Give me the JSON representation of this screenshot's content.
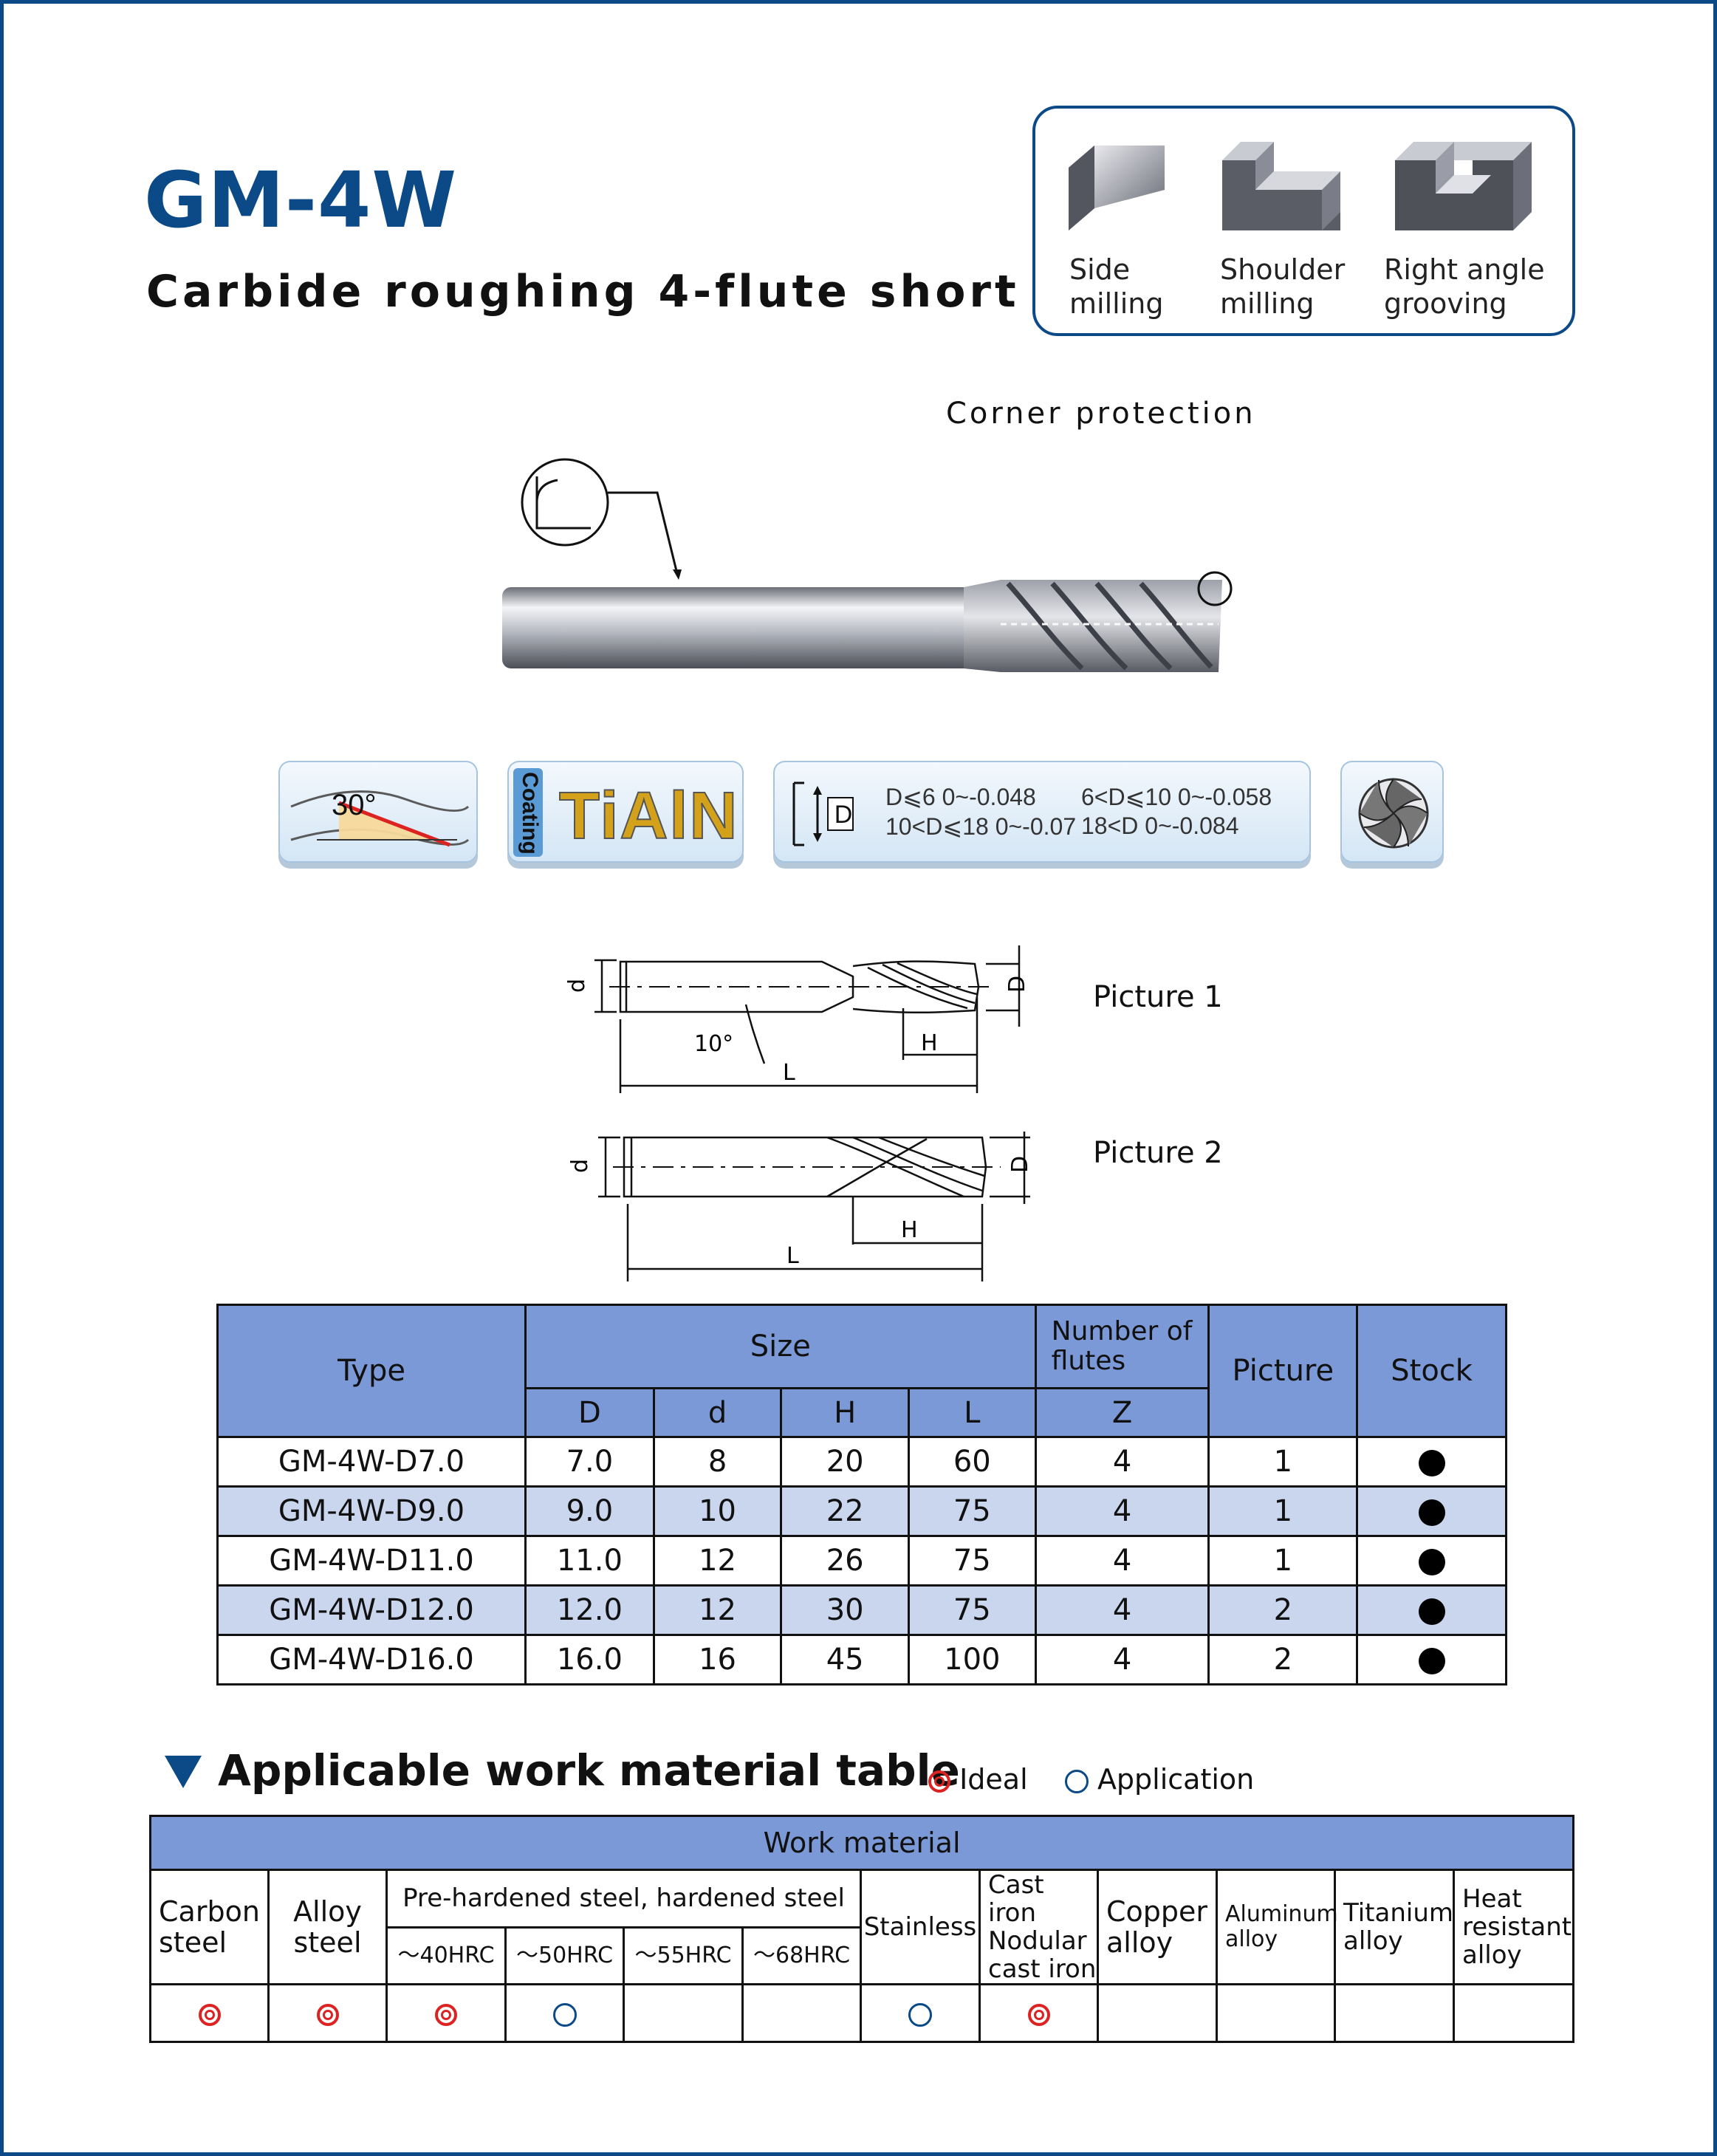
{
  "header": {
    "title": "GM-4W",
    "subtitle": "Carbide roughing 4-flute short"
  },
  "operations": [
    {
      "line1": "Side",
      "line2": "milling",
      "icon": "side-milling-icon"
    },
    {
      "line1": "Shoulder",
      "line2": "milling",
      "icon": "shoulder-milling-icon"
    },
    {
      "line1": "Right angle",
      "line2": "grooving",
      "icon": "right-angle-grooving-icon"
    }
  ],
  "corner_protection": "Corner protection",
  "badges": {
    "helix_angle": "30°",
    "coating_label": "Coating",
    "coating": "TiAlN",
    "tolerance_symbol": "D",
    "tolerance_row1_a": "D⩽6  0~-0.048",
    "tolerance_row1_b": "6<D⩽10  0~-0.058",
    "tolerance_row2_a": "10<D⩽18  0~-0.07",
    "tolerance_row2_b": "18<D  0~-0.084"
  },
  "drawings": {
    "picture1": {
      "label": "Picture 1",
      "d": "d",
      "D": "D",
      "H": "H",
      "L": "L",
      "angle": "10°"
    },
    "picture2": {
      "label": "Picture 2",
      "d": "d",
      "D": "D",
      "H": "H",
      "L": "L"
    }
  },
  "spec_table": {
    "headers": {
      "type": "Type",
      "size": "Size",
      "flutes_line1": "Number of",
      "flutes_line2": "flutes",
      "picture": "Picture",
      "stock": "Stock",
      "D": "D",
      "d": "d",
      "H": "H",
      "L": "L",
      "Z": "Z"
    },
    "rows": [
      {
        "type": "GM-4W-D7.0",
        "D": "7.0",
        "d": "8",
        "H": "20",
        "L": "60",
        "Z": "4",
        "picture": "1",
        "stock": true
      },
      {
        "type": "GM-4W-D9.0",
        "D": "9.0",
        "d": "10",
        "H": "22",
        "L": "75",
        "Z": "4",
        "picture": "1",
        "stock": true
      },
      {
        "type": "GM-4W-D11.0",
        "D": "11.0",
        "d": "12",
        "H": "26",
        "L": "75",
        "Z": "4",
        "picture": "1",
        "stock": true
      },
      {
        "type": "GM-4W-D12.0",
        "D": "12.0",
        "d": "12",
        "H": "30",
        "L": "75",
        "Z": "4",
        "picture": "2",
        "stock": true
      },
      {
        "type": "GM-4W-D16.0",
        "D": "16.0",
        "d": "16",
        "H": "45",
        "L": "100",
        "Z": "4",
        "picture": "2",
        "stock": true
      }
    ]
  },
  "material_section": {
    "title": "Applicable work material table",
    "legend_ideal": "Ideal",
    "legend_application": "Application",
    "work_material": "Work material",
    "carbon_1": "Carbon",
    "carbon_2": "steel",
    "alloy_1": "Alloy",
    "alloy_2": "steel",
    "prehardened": "Pre-hardened steel, hardened steel",
    "hrc40": "～40HRC",
    "hrc50": "～50HRC",
    "hrc55": "～55HRC",
    "hrc68": "～68HRC",
    "stainless": "Stainless",
    "cast_iron": "Cast iron",
    "nodular_1": "Nodular",
    "nodular_2": "cast iron",
    "copper_1": "Copper",
    "copper_2": "alloy",
    "aluminum_1": "Aluminum",
    "aluminum_2": "alloy",
    "titanium_1": "Titanium",
    "titanium_2": "alloy",
    "heat_1": "Heat",
    "heat_2": "resistant",
    "heat_3": "alloy",
    "ratings": [
      "ideal",
      "ideal",
      "ideal",
      "application",
      "",
      "",
      "application",
      "ideal",
      "",
      "",
      "",
      ""
    ]
  },
  "colors": {
    "brand": "#0b4a86",
    "table_header": "#7b99d6",
    "row_alt": "#c9d6ee",
    "ideal": "#dd2222",
    "application": "#0b4a86"
  }
}
